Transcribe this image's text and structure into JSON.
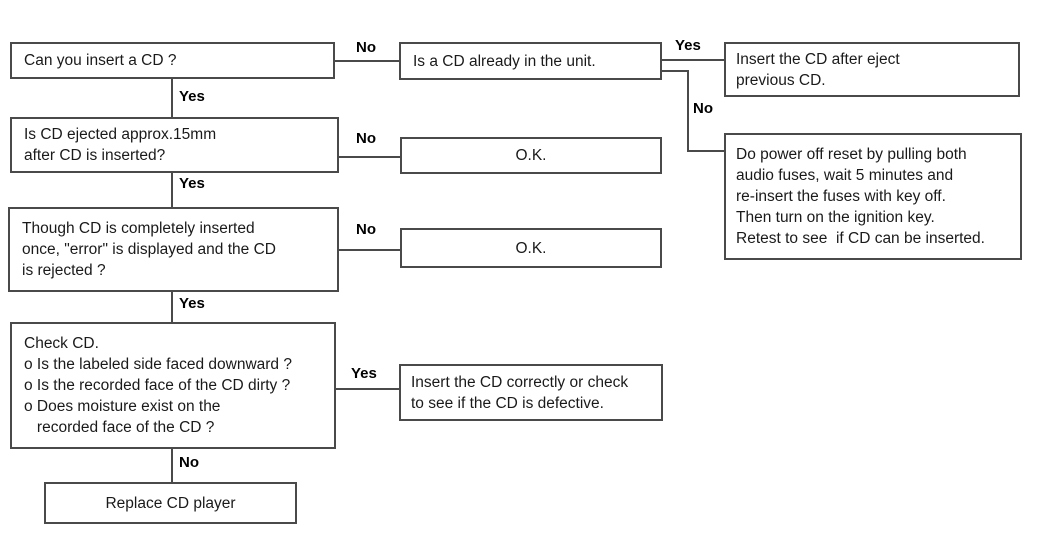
{
  "flowchart": {
    "nodes": [
      {
        "id": "q-can-insert",
        "text": "Can you insert a CD ?"
      },
      {
        "id": "q-already-in-unit",
        "text": "Is a CD already in the unit."
      },
      {
        "id": "a-insert-after-eject",
        "text": "Insert the CD after eject\nprevious CD."
      },
      {
        "id": "q-ejected-15mm",
        "text": "Is CD ejected approx.15mm\nafter CD is inserted?"
      },
      {
        "id": "a-ok-1",
        "text": "O.K."
      },
      {
        "id": "a-power-off-reset",
        "text": "Do power off reset by pulling both\naudio fuses, wait 5 minutes and\nre-insert the fuses with key off.\nThen turn on the ignition key.\nRetest to see  if CD can be inserted."
      },
      {
        "id": "q-error-displayed",
        "text": "Though CD is completely inserted\nonce, \"error\" is displayed and the CD\nis rejected ?"
      },
      {
        "id": "a-ok-2",
        "text": "O.K."
      },
      {
        "id": "q-check-cd",
        "text": "Check CD.\no Is the labeled side faced downward ?\no Is the recorded face of the CD dirty ?\no Does moisture exist on the\n   recorded face of the CD ?"
      },
      {
        "id": "a-insert-correctly",
        "text": "Insert the CD correctly or check\nto see if the CD is defective."
      },
      {
        "id": "a-replace-player",
        "text": "Replace CD player"
      }
    ],
    "edge_labels": [
      {
        "id": "no-can-insert",
        "text": "No"
      },
      {
        "id": "yes-can-insert",
        "text": "Yes"
      },
      {
        "id": "yes-already-in-unit",
        "text": "Yes"
      },
      {
        "id": "no-already-in-unit",
        "text": "No"
      },
      {
        "id": "no-ejected-15mm",
        "text": "No"
      },
      {
        "id": "yes-ejected-15mm",
        "text": "Yes"
      },
      {
        "id": "no-error-displayed",
        "text": "No"
      },
      {
        "id": "yes-error-displayed",
        "text": "Yes"
      },
      {
        "id": "yes-check-cd",
        "text": "Yes"
      },
      {
        "id": "no-check-cd",
        "text": "No"
      }
    ],
    "colors": {
      "line": "#4a4a4a",
      "box_border": "#4a4a4a",
      "text": "#1a1a1a",
      "background": "#ffffff"
    }
  }
}
